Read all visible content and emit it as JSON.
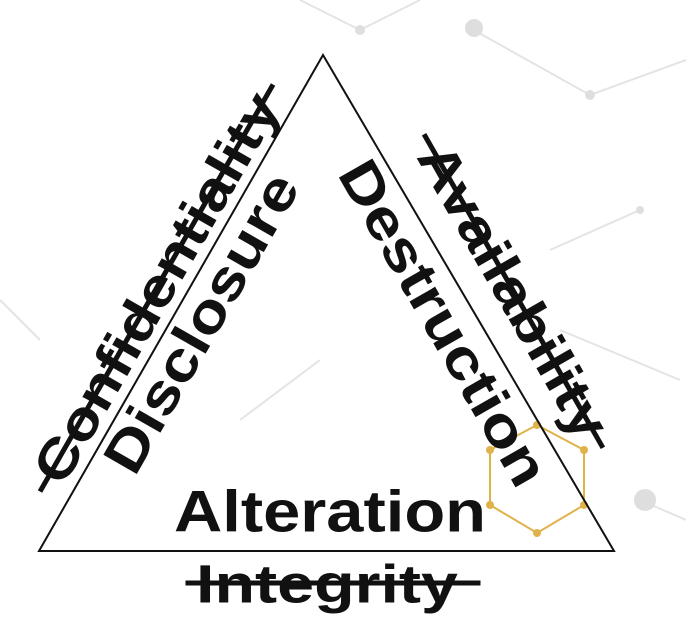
{
  "diagram": {
    "triangle": {
      "stroke_color": "#111111",
      "fill_color": "#ffffff"
    },
    "outer_labels": {
      "left": "Confidentiality",
      "right": "Availability",
      "bottom": "Integrity",
      "style": "strikethrough"
    },
    "inner_labels": {
      "left": "Disclosure",
      "right": "Destruction",
      "bottom": "Alteration"
    },
    "colors": {
      "text": "#111111",
      "background_network": "#dcdcdc",
      "accent_hexagon": "#e0b24a"
    }
  }
}
